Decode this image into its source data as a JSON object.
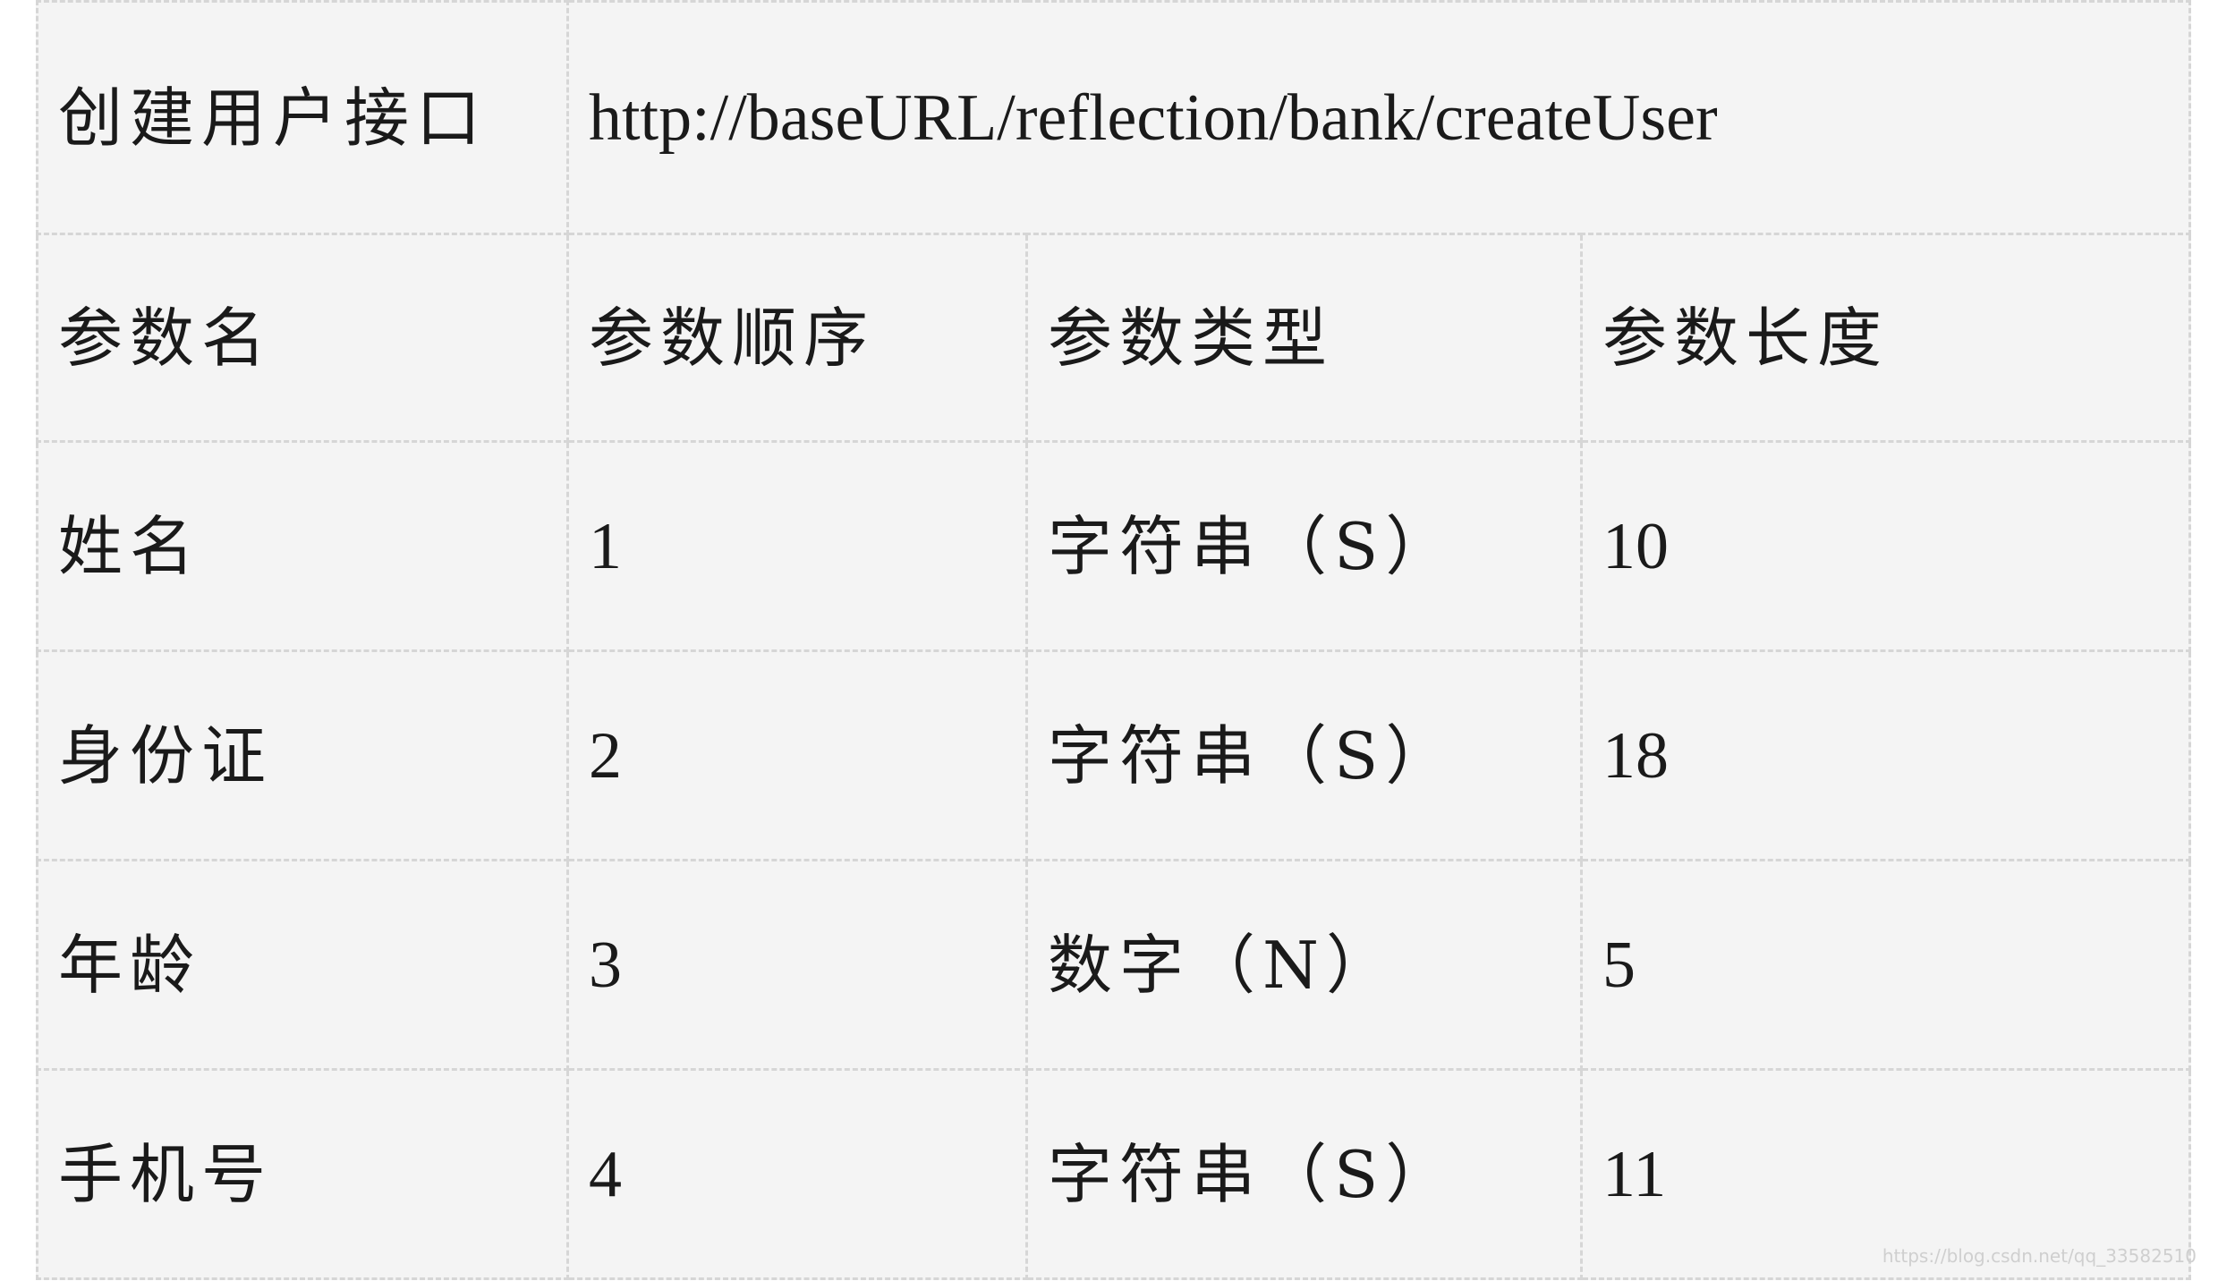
{
  "api": {
    "label": "创建用户接口",
    "url": "http://baseURL/reflection/bank/createUser"
  },
  "headers": [
    "参数名",
    "参数顺序",
    "参数类型",
    "参数长度"
  ],
  "rows": [
    [
      "姓名",
      "1",
      "字符串（S）",
      "10"
    ],
    [
      "身份证",
      "2",
      "字符串（S）",
      "18"
    ],
    [
      "年龄",
      "3",
      "数字（N）",
      "5"
    ],
    [
      "手机号",
      "4",
      "字符串（S）",
      "11"
    ]
  ],
  "watermark": "https://blog.csdn.net/qq_33582510"
}
